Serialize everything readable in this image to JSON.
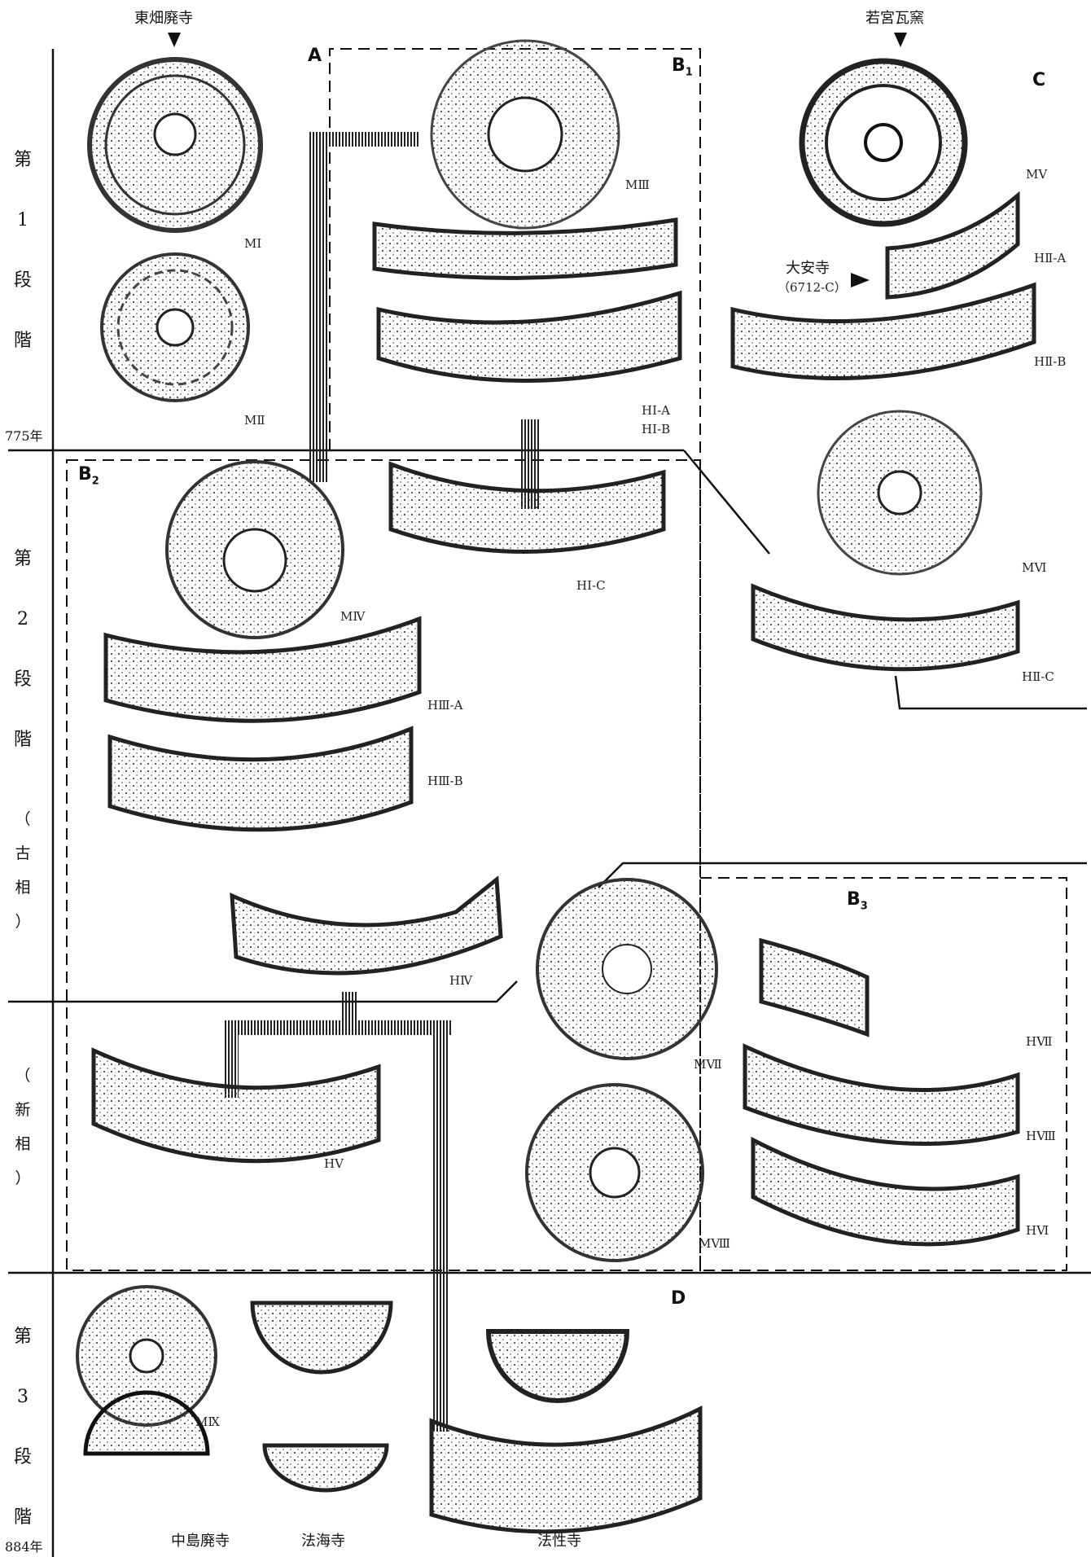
{
  "sites": {
    "higashibata": "東畑廃寺",
    "wakamiya": "若宮瓦窯",
    "daianji": "大安寺",
    "daianji_code": "（6712-C）",
    "nakajima": "中島廃寺",
    "hokaiji": "法海寺",
    "hoshoji": "法性寺"
  },
  "groups": {
    "a": "A",
    "b1": "B",
    "b1_sub": "1",
    "b2": "B",
    "b2_sub": "2",
    "b3": "B",
    "b3_sub": "3",
    "c": "C",
    "d": "D"
  },
  "stages": {
    "s1": [
      "第",
      "1",
      "段",
      "階"
    ],
    "s2": [
      "第",
      "2",
      "段",
      "階"
    ],
    "s2_old": [
      "（",
      "古",
      "相",
      "）"
    ],
    "s2_new": [
      "（",
      "新",
      "相",
      "）"
    ],
    "s3": [
      "第",
      "3",
      "段",
      "階"
    ]
  },
  "years": {
    "y775": "775年",
    "y884": "884年"
  },
  "tiles": {
    "m1": "MⅠ",
    "m2": "MⅡ",
    "m3": "MⅢ",
    "m4": "MⅣ",
    "m5": "MⅤ",
    "m6": "MⅥ",
    "m7": "MⅦ",
    "m8": "MⅧ",
    "m9": "MⅨ",
    "h1a": "HⅠ-A",
    "h1b": "HⅠ-B",
    "h1c": "HⅠ-C",
    "h2a": "HⅡ-A",
    "h2b": "HⅡ-B",
    "h2c": "HⅡ-C",
    "h3a": "HⅢ-A",
    "h3b": "HⅢ-B",
    "h4": "HⅣ",
    "h5": "HⅤ",
    "h6": "HⅥ",
    "h7": "HⅦ",
    "h8": "HⅧ"
  }
}
